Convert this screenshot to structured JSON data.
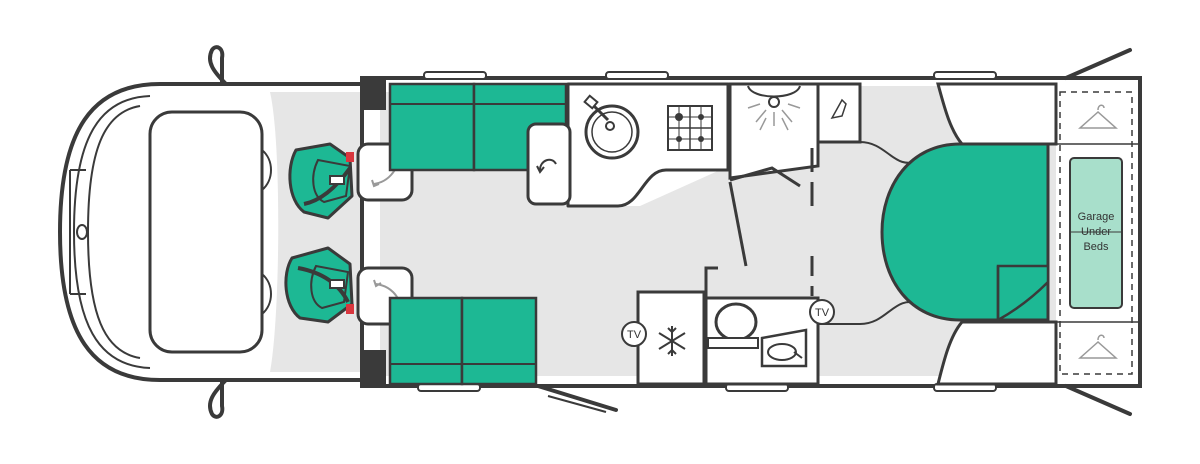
{
  "colors": {
    "accent": "#1db894",
    "accent_light": "#a8dfcb",
    "outline": "#3a3a3a",
    "floor": "#e6e6e6",
    "white": "#ffffff",
    "red": "#d9363e"
  },
  "labels": {
    "tv_front": "TV",
    "tv_rear": "TV",
    "garage_line1": "Garage",
    "garage_line2": "Under",
    "garage_line3": "Beds"
  },
  "icons": [
    "swivel-arrow-icon",
    "sink-icon",
    "hob-icon",
    "shower-icon",
    "fridge-snowflake-icon",
    "toilet-icon",
    "hanger-icon"
  ]
}
